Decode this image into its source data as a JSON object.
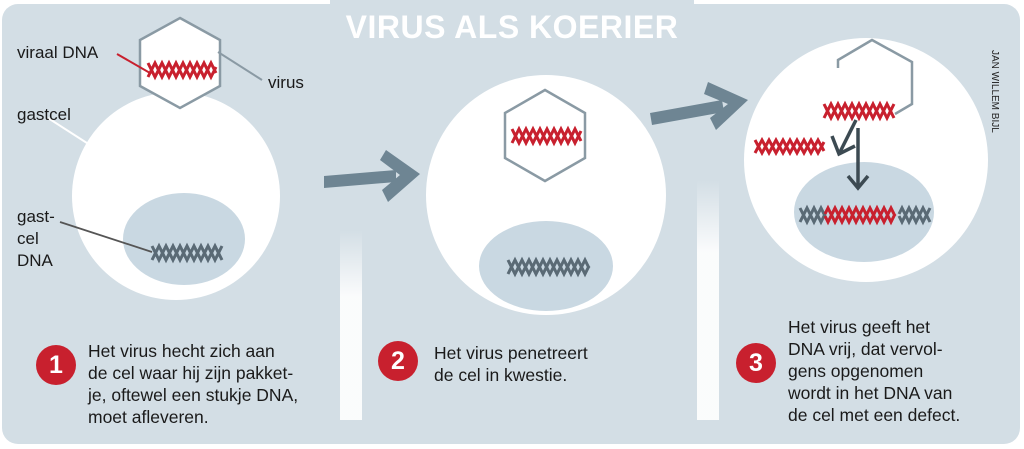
{
  "title": "VIRUS ALS KOERIER",
  "credit": "JAN WILLEM BIJL",
  "labels": {
    "viral_dna": "viraal DNA",
    "virus": "virus",
    "host_cell": "gastcel",
    "host_dna": [
      "gast-",
      "cel",
      "DNA"
    ]
  },
  "steps": [
    {
      "number": "1",
      "lines": [
        "Het virus hecht zich aan",
        "de cel waar hij zijn pakket-",
        "je, oftewel een stukje DNA,",
        "moet afleveren."
      ]
    },
    {
      "number": "2",
      "lines": [
        "Het virus penetreert",
        "de cel in kwestie."
      ]
    },
    {
      "number": "3",
      "lines": [
        "Het virus geeft het",
        "DNA vrij, dat vervol-",
        "gens opgenomen",
        "wordt in het DNA van",
        "de cel met een defect."
      ]
    }
  ],
  "colors": {
    "panel": "#d3dee5",
    "cell": "#ffffff",
    "nucleus": "#c9d8e2",
    "viral_dna": "#c8202e",
    "host_dna": "#5a6a75",
    "arrow": "#6e8593",
    "step_badge": "#c8202e"
  }
}
